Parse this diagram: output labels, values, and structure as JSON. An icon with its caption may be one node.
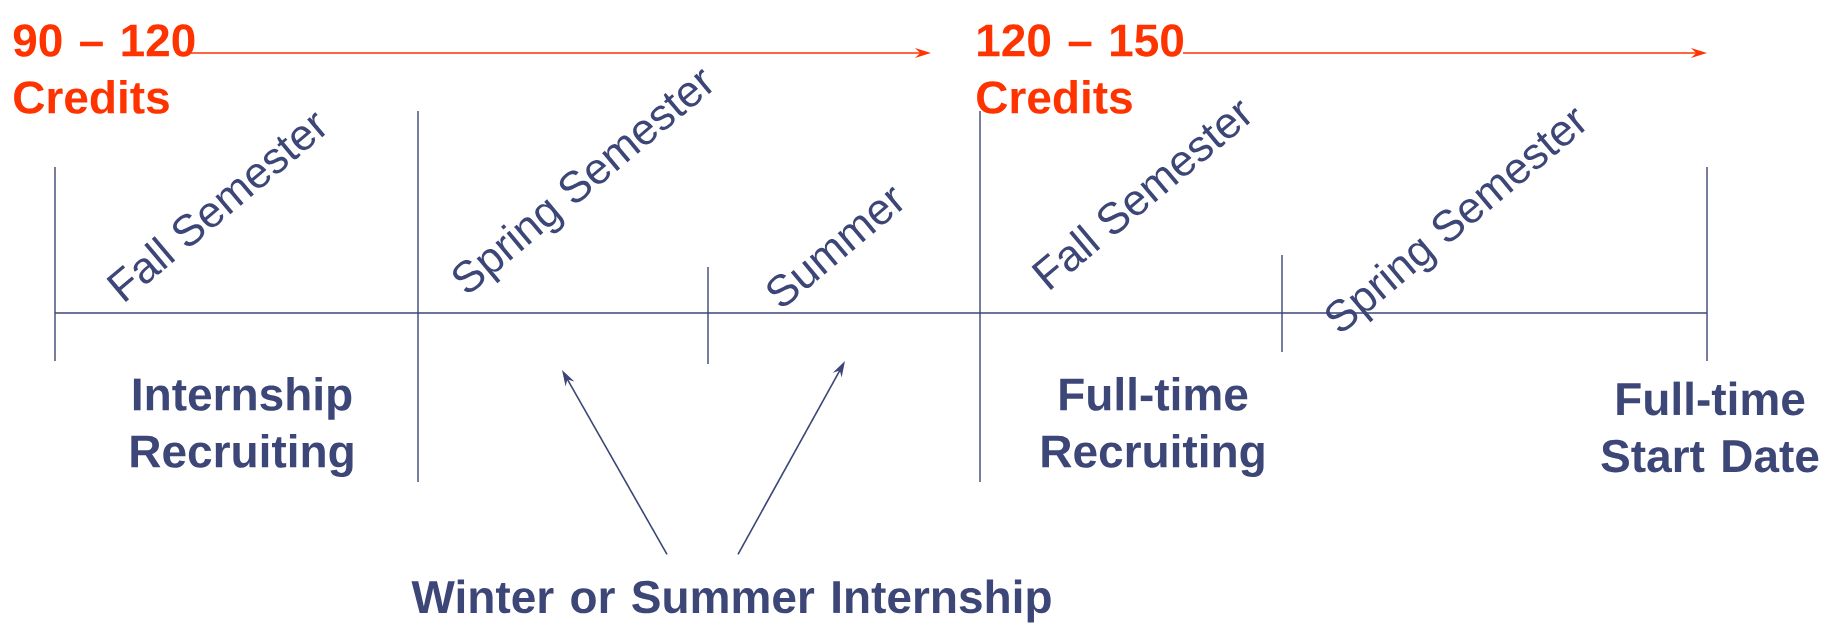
{
  "diagram": {
    "nodes": [
      {
        "text": [
          "90 – 120 Credits"
        ]
      },
      {
        "text": [
          "120 – 150 Credits"
        ]
      },
      {
        "text": [
          "Winter or Summer Internship"
        ]
      }
    ],
    "edges": [
      {
        "from": 0,
        "to": null,
        "arrow": "to",
        "color": "#ff3300"
      },
      {
        "from": 1,
        "to": null,
        "arrow": "to",
        "color": "#ff3300"
      },
      {
        "from": 2,
        "to": null,
        "arrow": "to",
        "color": "#3c4677"
      },
      {
        "from": 2,
        "to": null,
        "arrow": "to",
        "color": "#3c4677"
      }
    ],
    "labels": [
      "Fall Semester",
      "Spring Semester",
      "Summer",
      "Fall Semester",
      "Spring Semester",
      "Internship Recruiting",
      "Full-time Recruiting",
      "Full-time Start Date"
    ]
  }
}
